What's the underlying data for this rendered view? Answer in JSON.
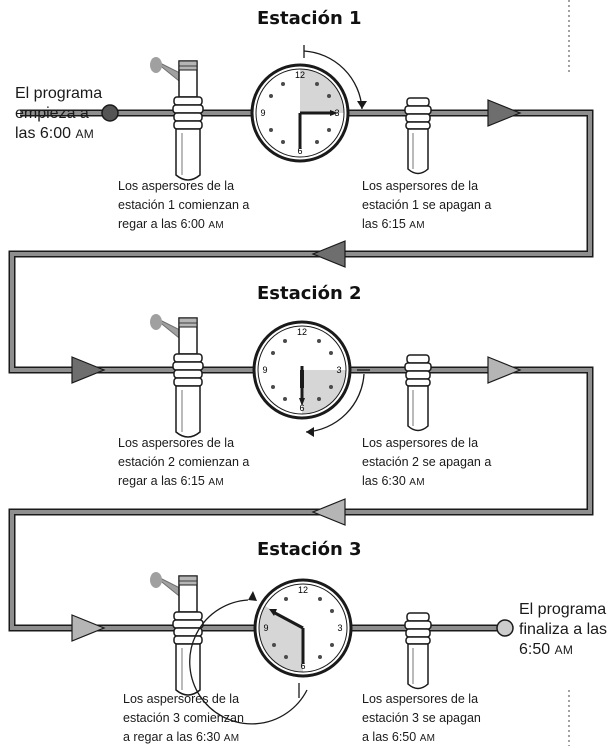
{
  "stations": [
    {
      "title": "Estación 1",
      "start_caption": {
        "l1": "Los aspersores de la",
        "l2": "estación 1 comienzan a",
        "l3": "regar a las 6:00",
        "ampm": "AM"
      },
      "end_caption": {
        "l1": "Los aspersores de la",
        "l2": "estación 1 se apagan a",
        "l3": "las 6:15",
        "ampm": "AM"
      },
      "clock": {
        "start": "6:00",
        "end": "6:15"
      }
    },
    {
      "title": "Estación 2",
      "start_caption": {
        "l1": "Los aspersores de la",
        "l2": "estación 2 comienzan a",
        "l3": "regar a las 6:15",
        "ampm": "AM"
      },
      "end_caption": {
        "l1": "Los aspersores de la",
        "l2": "estación 2 se apagan a",
        "l3": "las 6:30",
        "ampm": "AM"
      },
      "clock": {
        "start": "6:15",
        "end": "6:30"
      }
    },
    {
      "title": "Estación 3",
      "start_caption": {
        "l1": "Los aspersores de la",
        "l2": "estación 3 comienzan",
        "l3": "a regar a las 6:30",
        "ampm": "AM"
      },
      "end_caption": {
        "l1": "Los aspersores de la",
        "l2": "estación 3 se apagan",
        "l3": "a las 6:50",
        "ampm": "AM"
      },
      "clock": {
        "start": "6:30",
        "end": "6:50"
      }
    }
  ],
  "program_start": {
    "l1": "El programa",
    "l2": "empieza a",
    "l3": "las 6:00",
    "ampm": "AM"
  },
  "program_end": {
    "l1": "El programa",
    "l2": "finaliza a las",
    "l3": "6:50",
    "ampm": "AM"
  },
  "clock_numerals": [
    "12",
    "3",
    "6",
    "9"
  ],
  "colors": {
    "pipe": "#8e8e8e",
    "pipe_outline": "#1a1a1a",
    "arrow_dark": "#6e6e6e",
    "arrow_light": "#b5b5b5",
    "clock_shade": "#d6d6d6",
    "dot": "#4a4a4a",
    "spray": "#a0a0a0"
  },
  "icons": [
    "sprinkler-head-icon",
    "spray-icon",
    "clock-icon",
    "arrow-icon",
    "program-start-dot-icon",
    "program-end-dot-icon"
  ]
}
